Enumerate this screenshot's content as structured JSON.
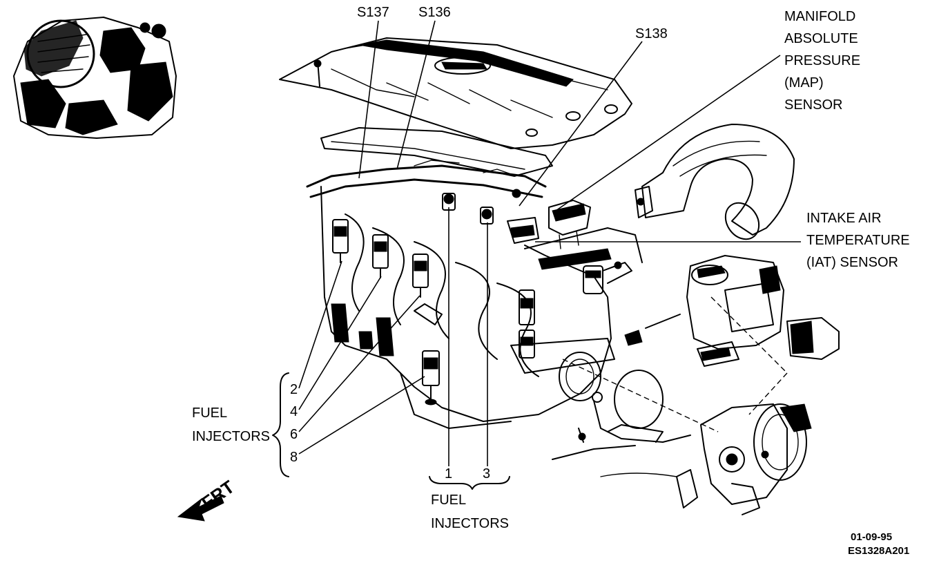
{
  "labels": {
    "s137": "S137",
    "s136": "S136",
    "s138": "S138",
    "map_sensor": [
      "MANIFOLD",
      "ABSOLUTE",
      "PRESSURE",
      "(MAP)",
      "SENSOR"
    ],
    "iat_sensor": [
      "INTAKE AIR",
      "TEMPERATURE",
      "(IAT) SENSOR"
    ],
    "fuel_injectors_left": [
      "FUEL",
      "INJECTORS"
    ],
    "fuel_injectors_bottom": [
      "FUEL",
      "INJECTORS"
    ],
    "injector_numbers_even": [
      "2",
      "4",
      "6",
      "8"
    ],
    "injector_numbers_odd": [
      "1",
      "3"
    ],
    "frt": "FRT",
    "date_code": "01-09-95",
    "figure_code": "ES1328A201"
  }
}
